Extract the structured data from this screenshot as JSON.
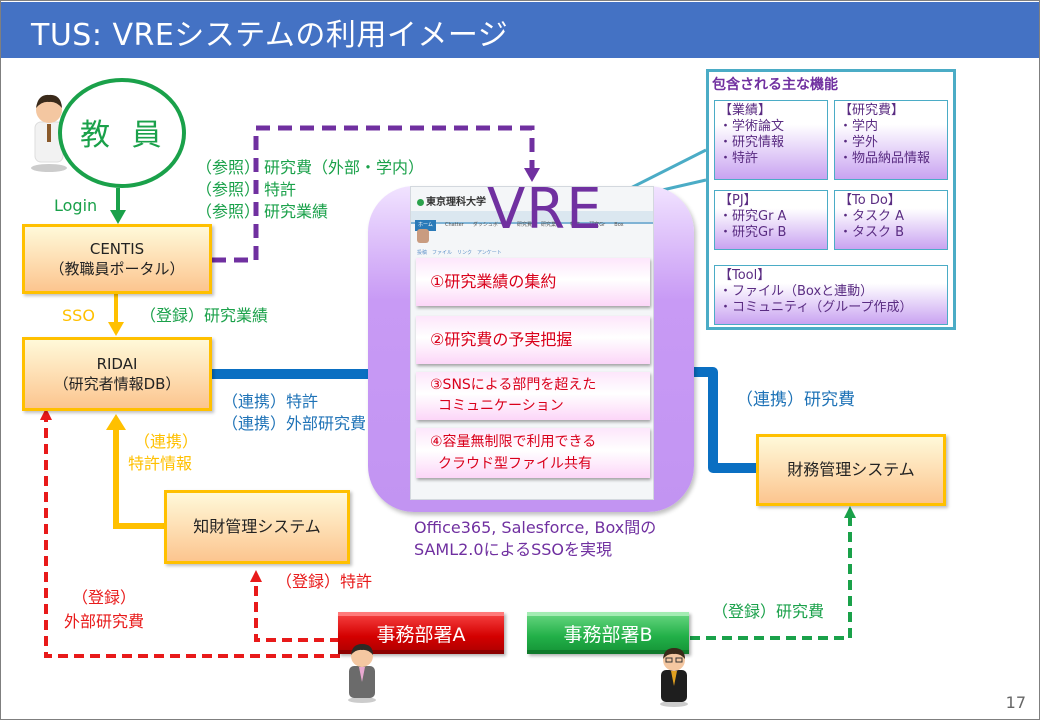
{
  "slide": {
    "title": "TUS: VREシステムの利用イメージ",
    "page_number": "17"
  },
  "actors": {
    "teacher": "教 員",
    "dept_a": "事務部署A",
    "dept_b": "事務部署B"
  },
  "systems": {
    "centis": {
      "name": "CENTIS",
      "sub": "（教職員ポータル）"
    },
    "ridai": {
      "name": "RIDAI",
      "sub": "（研究者情報DB）"
    },
    "ip_system": {
      "name": "知財管理システム"
    },
    "finance_system": {
      "name": "財務管理システム"
    },
    "vre": {
      "name": "VRE"
    }
  },
  "flows": {
    "login": "Login",
    "sso": "SSO",
    "refer": {
      "prefix": "（参照）",
      "items": [
        "研究費（外部・学内）",
        "特許",
        "研究業績"
      ]
    },
    "register_achievements": "（登録）研究業績",
    "link_ridai_vre": [
      "（連携）特許",
      "（連携）外部研究費"
    ],
    "link_ip_ridai": [
      "（連携）",
      "特許情報"
    ],
    "link_finance_vre": "（連携）研究費",
    "register_patent": "（登録）特許",
    "register_external_fund": [
      "（登録）",
      "外部研究費"
    ],
    "register_fund_b": "（登録）研究費"
  },
  "vre_features": [
    {
      "line1": "①研究業績の集約"
    },
    {
      "line1": "②研究費の予実把握"
    },
    {
      "line1": "③SNSによる部門を超えた",
      "line2": "コミュニケーション"
    },
    {
      "line1": "④容量無制限で利用できる",
      "line2": "クラウド型ファイル共有"
    }
  ],
  "vre_screen": {
    "logo": "東京理科大学",
    "tabs": [
      "ホーム",
      "Chatter",
      "ダッシュボード",
      "研究費",
      "研究業績",
      "特許",
      "研究Gr",
      "Box"
    ],
    "post_actions": "投稿　ファイル　リンク　アンケート"
  },
  "sso_note": [
    "Office365, Salesforce, Box間の",
    "SAML2.0によるSSOを実現"
  ],
  "callout": {
    "title": "包含される主な機能",
    "groups": [
      {
        "header": "【業績】",
        "items": [
          "・学術論文",
          "・研究情報",
          "・特許"
        ]
      },
      {
        "header": "【研究費】",
        "items": [
          "・学内",
          "・学外",
          "・物品納品情報"
        ]
      },
      {
        "header": "【PJ】",
        "items": [
          "・研究Gr A",
          "・研究Gr B"
        ]
      },
      {
        "header": "【To Do】",
        "items": [
          "・タスク A",
          "・タスク B"
        ]
      },
      {
        "header": "【Tool】",
        "items": [
          "・ファイル（Boxと連動）",
          "・コミュニティ（グループ作成）"
        ]
      }
    ]
  },
  "colors": {
    "title_bar": "#4472c4",
    "green": "#1aa14a",
    "purple": "#7030a0",
    "blue": "#1f73b7",
    "orange": "#ffc000",
    "red": "#e81a1a",
    "teal": "#4bacc6"
  }
}
